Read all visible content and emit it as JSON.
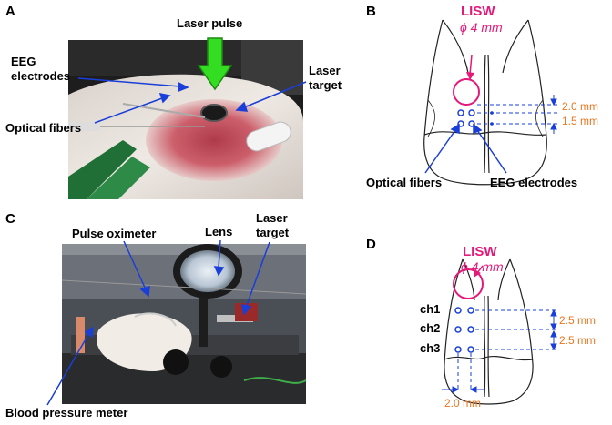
{
  "panelA": {
    "letter": "A",
    "laser_pulse": "Laser pulse",
    "eeg_electrodes_line1": "EEG",
    "eeg_electrodes_line2": "electrodes",
    "laser_target_line1": "Laser",
    "laser_target_line2": "target",
    "optical_fibers": "Optical fibers"
  },
  "panelB": {
    "letter": "B",
    "lisw": "LISW",
    "diameter": "ϕ 4 mm",
    "dim_top": "2.0 mm",
    "dim_bottom": "1.5 mm",
    "optical_fibers": "Optical fibers",
    "eeg_electrodes": "EEG electrodes"
  },
  "panelC": {
    "letter": "C",
    "pulse_oximeter": "Pulse oximeter",
    "lens": "Lens",
    "laser_target_line1": "Laser",
    "laser_target_line2": "target",
    "blood_pressure_meter": "Blood pressure meter"
  },
  "panelD": {
    "letter": "D",
    "lisw": "LISW",
    "diameter": "ϕ 4 mm",
    "ch1": "ch1",
    "ch2": "ch2",
    "ch3": "ch3",
    "dim_1": "2.5 mm",
    "dim_2": "2.5 mm",
    "dim_horizontal": "2.0 mm"
  },
  "colors": {
    "magenta": "#e5197a",
    "blue": "#1a3fd8",
    "orange": "#e87722",
    "arrow_green": "#33dd22"
  }
}
